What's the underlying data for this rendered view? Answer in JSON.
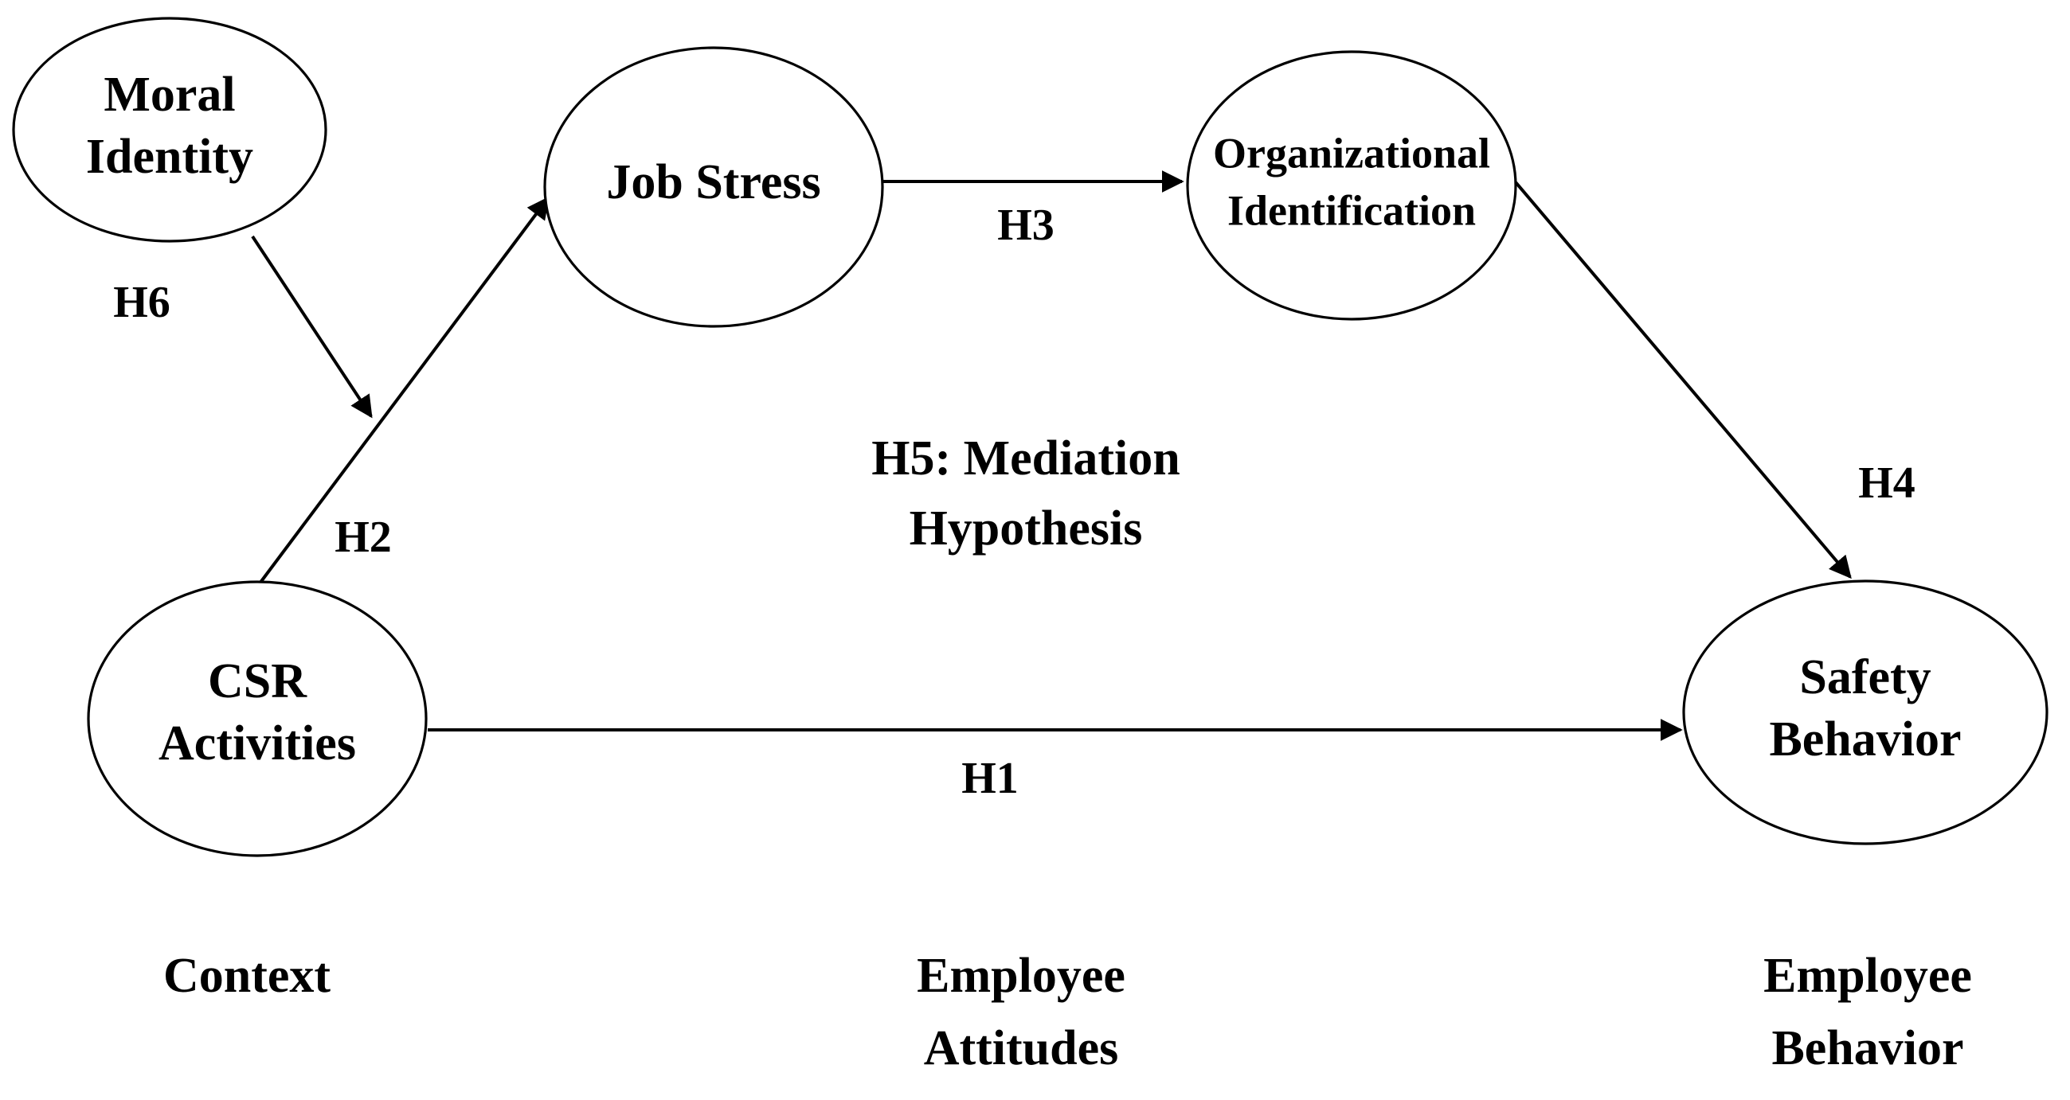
{
  "diagram": {
    "type": "conceptual-research-model",
    "background_color": "#ffffff",
    "line_color": "#000000",
    "text_color": "#000000",
    "nodes": [
      {
        "id": "moral_identity",
        "label_line1": "Moral",
        "label_line2": "Identity",
        "shape": "ellipse"
      },
      {
        "id": "job_stress",
        "label_line1": "Job Stress",
        "label_line2": "",
        "shape": "ellipse"
      },
      {
        "id": "org_identification",
        "label_line1": "Organizational",
        "label_line2": "Identification",
        "shape": "ellipse"
      },
      {
        "id": "csr_activities",
        "label_line1": "CSR",
        "label_line2": "Activities",
        "shape": "ellipse"
      },
      {
        "id": "safety_behavior",
        "label_line1": "Safety",
        "label_line2": "Behavior",
        "shape": "ellipse"
      }
    ],
    "edges": [
      {
        "id": "h1",
        "label": "H1",
        "from": "csr_activities",
        "to": "safety_behavior"
      },
      {
        "id": "h2",
        "label": "H2",
        "from": "csr_activities",
        "to": "job_stress"
      },
      {
        "id": "h3",
        "label": "H3",
        "from": "job_stress",
        "to": "org_identification"
      },
      {
        "id": "h4",
        "label": "H4",
        "from": "org_identification",
        "to": "safety_behavior"
      },
      {
        "id": "h6",
        "label": "H6",
        "from": "moral_identity",
        "to": "h2_path"
      }
    ],
    "annotations": [
      {
        "id": "h5",
        "line1": "H5: Mediation",
        "line2": "Hypothesis"
      }
    ],
    "group_labels": [
      {
        "id": "context",
        "line1": "Context",
        "line2": ""
      },
      {
        "id": "employee_attitudes",
        "line1": "Employee",
        "line2": "Attitudes"
      },
      {
        "id": "employee_behavior",
        "line1": "Employee",
        "line2": "Behavior"
      }
    ]
  }
}
